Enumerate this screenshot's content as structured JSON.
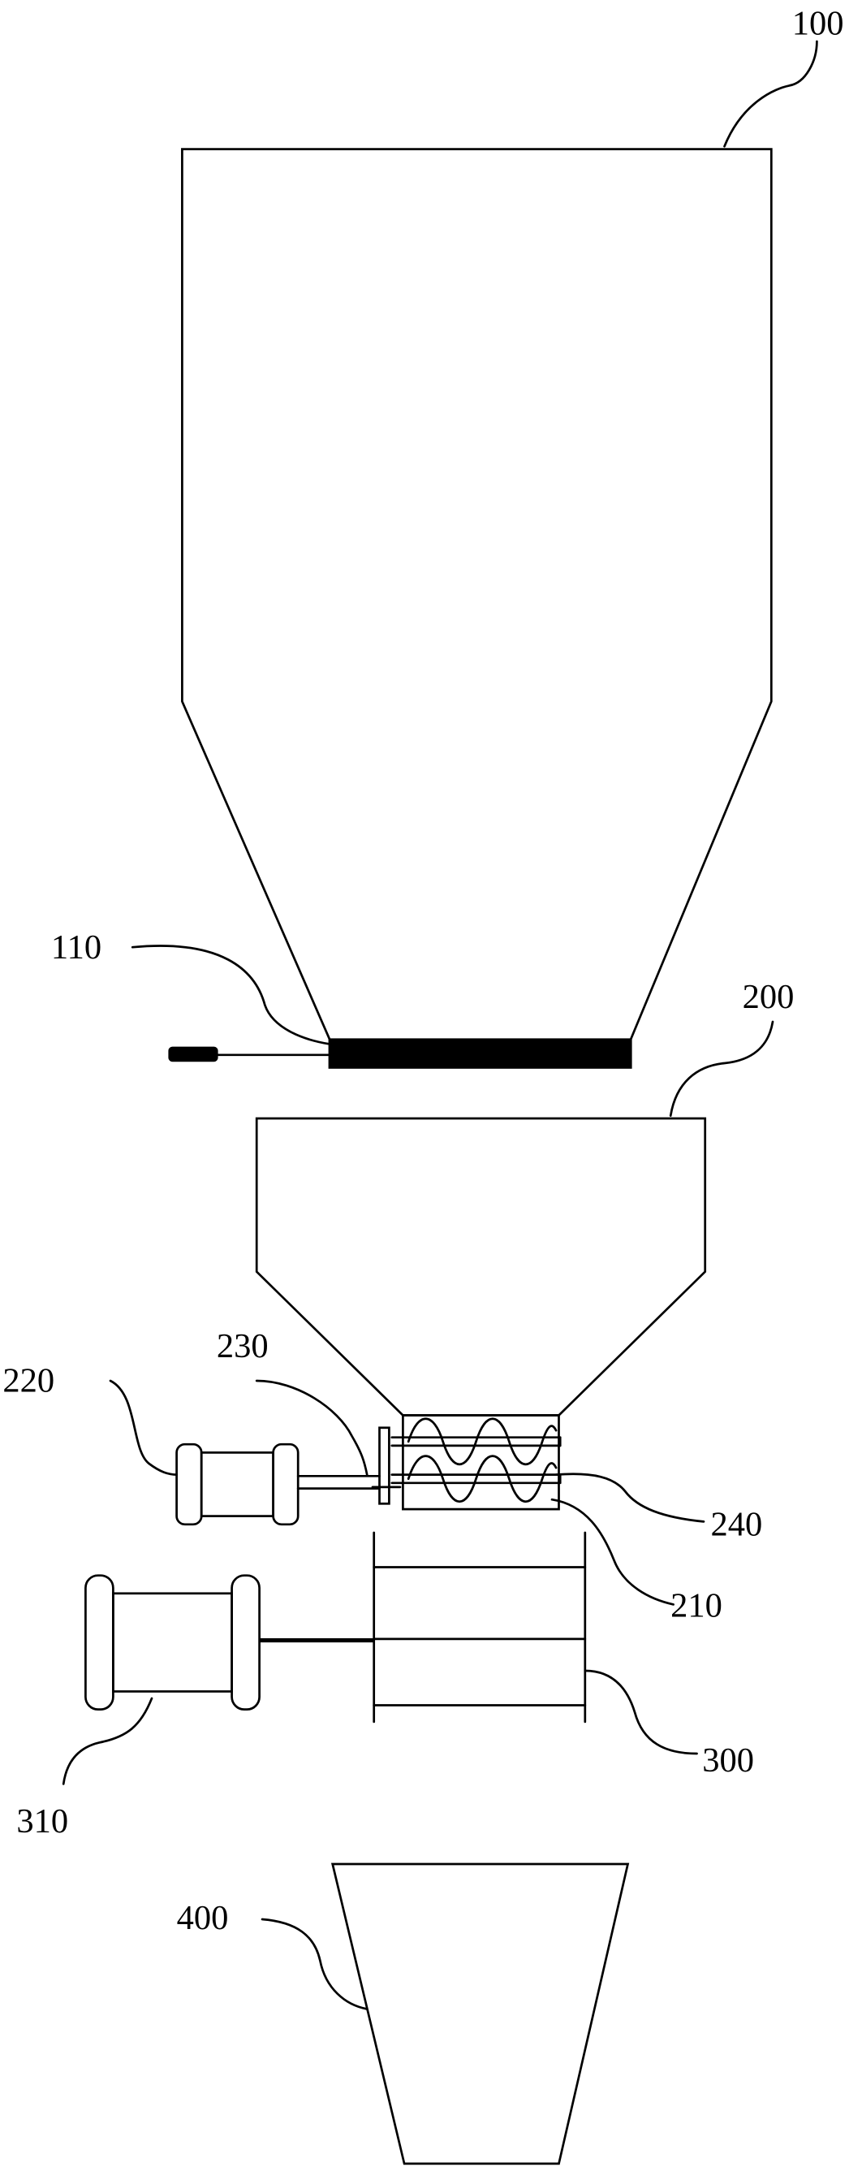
{
  "colors": {
    "stroke": "#000000",
    "background": "#ffffff",
    "fill_dark": "#000000"
  },
  "labels": {
    "storage_hopper": "100",
    "gate_valve": "110",
    "buffer_hopper": "200",
    "screw_housing": "210",
    "screw_motor": "220",
    "drive_shaft": "230",
    "screw_blade": "240",
    "mixing_drum": "300",
    "drum_motor": "310",
    "receiving_bin": "400"
  }
}
